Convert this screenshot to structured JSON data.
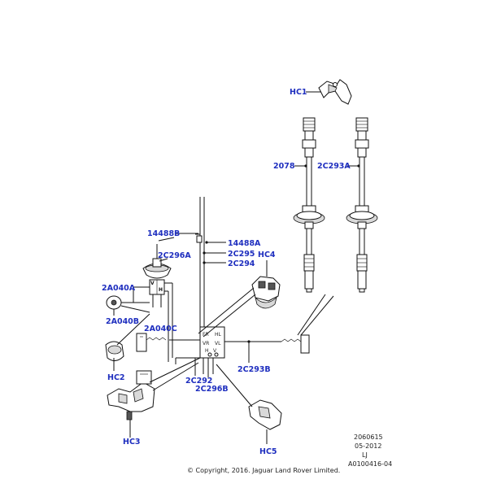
{
  "callouts": {
    "hc1": "HC1",
    "p2078": "2078",
    "p2c293a": "2C293A",
    "p14488b": "14488B",
    "p14488a": "14488A",
    "p2c295": "2C295",
    "p2c294": "2C294",
    "hc4": "HC4",
    "p2c296a": "2C296A",
    "p2a040a": "2A040A",
    "p2a040b": "2A040B",
    "p2a040c": "2A040C",
    "hc2": "HC2",
    "p2c292": "2C292",
    "p2c296b": "2C296B",
    "p2c293b": "2C293B",
    "hc3": "HC3",
    "hc5": "HC5"
  },
  "modulator_labels": {
    "fr": "FR",
    "hl": "HL",
    "vr": "VR",
    "vl": "VL",
    "h": "H",
    "v": "V"
  },
  "valve_labels": {
    "v": "V",
    "h": "H"
  },
  "meta": {
    "code": "2060615",
    "date": "05-2012",
    "initials": "LJ",
    "ref": "A0100416-04",
    "copyright": "© Copyright, 2016. Jaguar Land Rover Limited."
  }
}
